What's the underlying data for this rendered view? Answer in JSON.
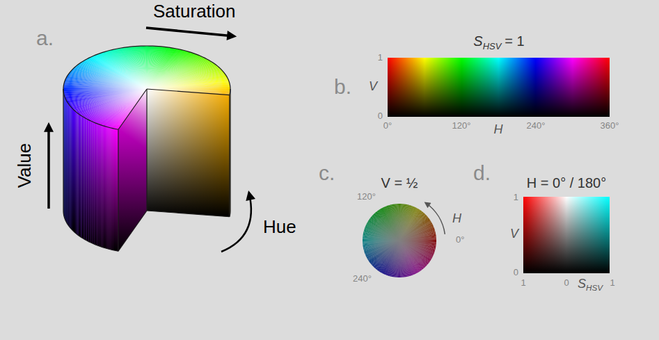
{
  "diagram": {
    "labels": [
      "a.",
      "Saturation",
      "Value",
      "Hue",
      "b.",
      "S",
      "HSV",
      "= 1",
      "1",
      "V",
      "0",
      "0°",
      "120°",
      "H",
      "240°",
      "360°",
      "c.",
      "V = ½",
      "120°",
      "H",
      "0°",
      "240°",
      "d.",
      "H = 0° / 180°",
      "1",
      "V",
      "0",
      "1",
      "0",
      "S",
      "HSV",
      "1"
    ]
  }
}
